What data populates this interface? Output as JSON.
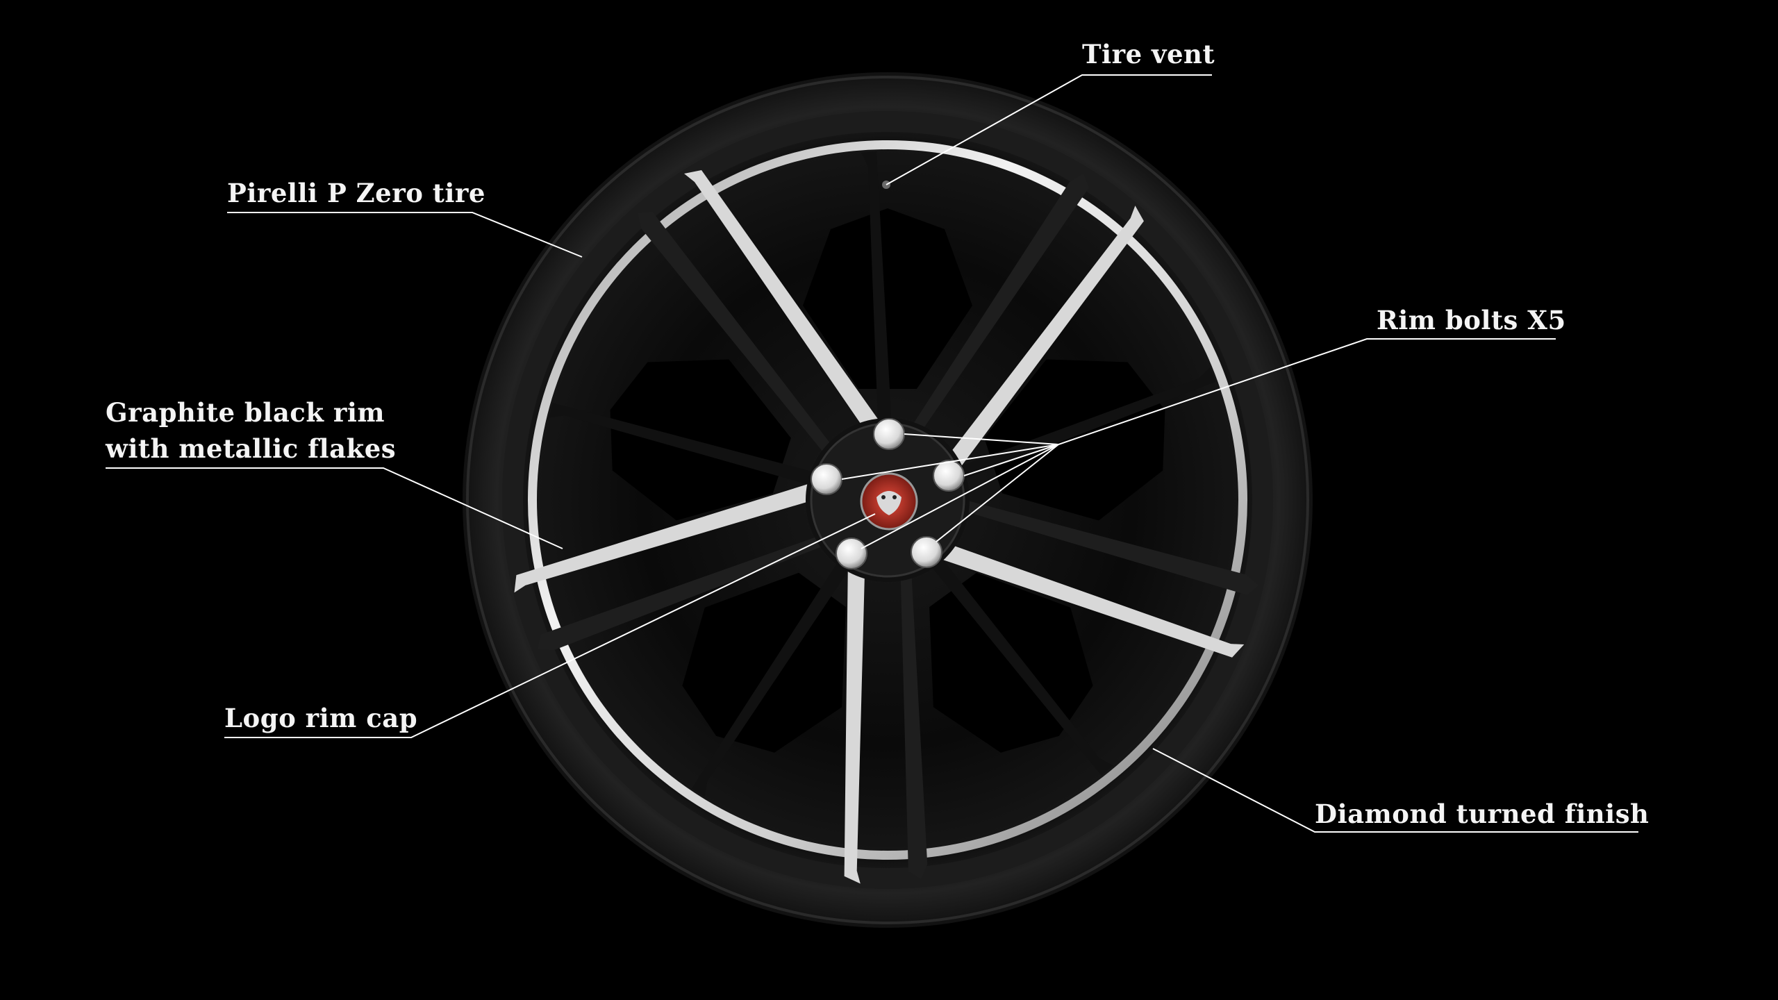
{
  "callouts": {
    "tire_vent": "Tire vent",
    "pirelli_tire": "Pirelli P Zero tire",
    "rim_bolts": "Rim bolts X5",
    "graphite_rim_line1": "Graphite black rim",
    "graphite_rim_line2": "with metallic flakes",
    "logo_rim_cap": "Logo rim cap",
    "diamond_finish": "Diamond turned finish"
  },
  "colors": {
    "background": "#000000",
    "tire": "#1a1a1a",
    "rim_black": "#0b0b0b",
    "diamond_face": "#e8e8e8",
    "logo_cap": "#c0392b",
    "callout_text": "#f4f4f4",
    "leader_line": "#ffffff"
  },
  "icons": {
    "wheel": "alloy-wheel-illustration",
    "logo": "jaguar-logo-icon"
  }
}
